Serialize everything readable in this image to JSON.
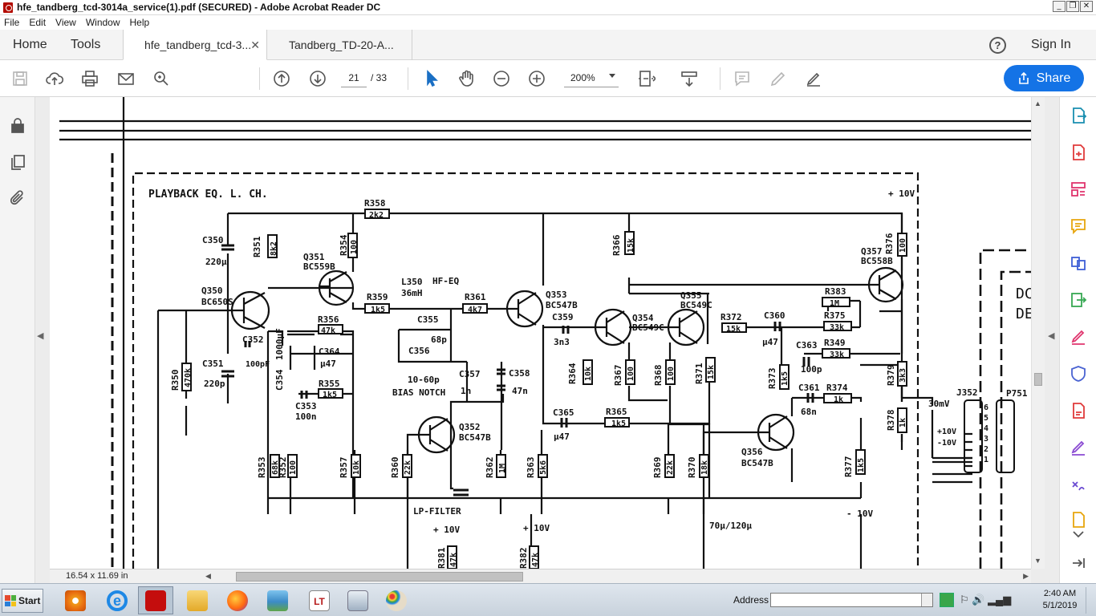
{
  "window": {
    "title": "hfe_tandberg_tcd-3014a_service(1).pdf (SECURED) - Adobe Acrobat Reader DC",
    "minimize": "_",
    "restore": "❐",
    "close": "✕"
  },
  "menu": [
    "File",
    "Edit",
    "View",
    "Window",
    "Help"
  ],
  "tabs": {
    "home": "Home",
    "tools": "Tools",
    "doc1": "hfe_tandberg_tcd-3...",
    "doc2": "Tandberg_TD-20-A...",
    "close": "✕"
  },
  "header": {
    "help": "?",
    "sign_in": "Sign In"
  },
  "toolbar": {
    "page_current": "21",
    "page_total": "/  33",
    "zoom": "200%",
    "share": "Share"
  },
  "status": {
    "page_size": "16.54 x 11.69 in"
  },
  "taskbar": {
    "start": "Start",
    "address_label": "Address",
    "address_value": "",
    "time": "2:40 AM",
    "date": "5/1/2019"
  },
  "schematic": {
    "title": "PLAYBACK EQ. L. CH.",
    "supply_top": "+ 10V",
    "labels": [
      "R358",
      "2k2",
      "C350",
      "220µ",
      "R351",
      "8k2",
      "Q351",
      "BC559B",
      "R354",
      "100",
      "Q350",
      "BC650S",
      "R359",
      "1k5",
      "L350",
      "36mH",
      "HF-EQ",
      "R361",
      "4k7",
      "Q353",
      "BC547B",
      "R366",
      "15k",
      "Q355",
      "BC549C",
      "Q357",
      "BC558B",
      "R376",
      "100",
      "R383",
      "1M",
      "R356",
      "47k",
      "C355",
      "68p",
      "C359",
      "3n3",
      "Q354",
      "BC549C",
      "R372",
      "15k",
      "C360",
      "µ47",
      "R375",
      "33k",
      "C352",
      "100pF",
      "C364",
      "µ47",
      "C356",
      "10-60p",
      "C363",
      "100p",
      "R349",
      "33k",
      "R350",
      "470k",
      "C351",
      "220p",
      "C354",
      "1000µF",
      "R355",
      "1k5",
      "C353",
      "100n",
      "C357",
      "1n",
      "C358",
      "47n",
      "R364",
      "10k",
      "R367",
      "100",
      "R368",
      "100",
      "R371",
      "15k",
      "R373",
      "1k5",
      "C361",
      "68n",
      "R374",
      "1k",
      "R379",
      "3k3",
      "BIAS NOTCH",
      "C365",
      "µ47",
      "R365",
      "1k5",
      "R378",
      "1k",
      "Q352",
      "BC547B",
      "Q356",
      "BC547B",
      "R353",
      "68k",
      "R352",
      "100",
      "R357",
      "10k",
      "R360",
      "22k",
      "R362",
      "1M",
      "R363",
      "5k6",
      "R369",
      "22k",
      "R370",
      "18k",
      "R377",
      "1k5",
      "LP-FILTER",
      "- 10V",
      "70µ/120µ",
      "+ 10V",
      "+ 10V",
      "R381",
      "47k",
      "R382",
      "47k",
      "30mV",
      "+10V",
      "-10V",
      "J352",
      "P751",
      "6",
      "5",
      "4",
      "3",
      "2",
      "1",
      "DC",
      "DE"
    ]
  }
}
